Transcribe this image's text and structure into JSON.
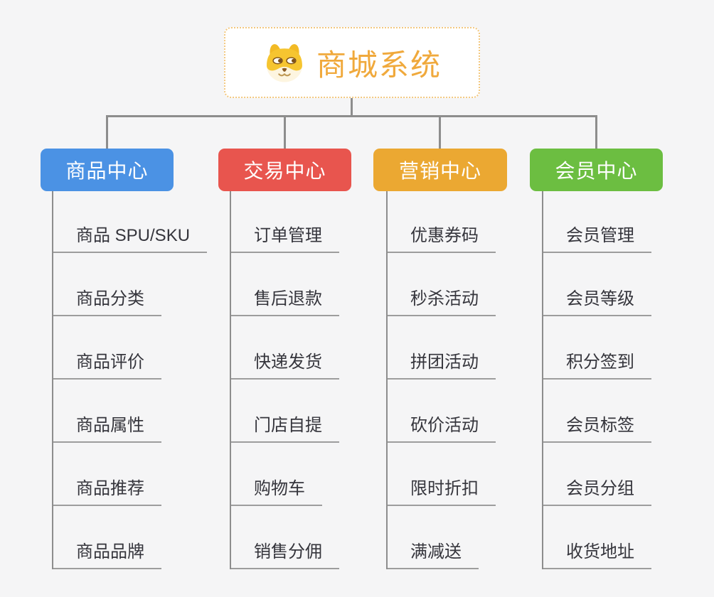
{
  "root": {
    "title": "商城系统",
    "icon": "shiba-dog-face-icon",
    "accent_color": "#f0a93c",
    "border_color": "#f3c87f"
  },
  "connector_color": "#8d8d8d",
  "underline_color": "#9d9d9d",
  "branches": [
    {
      "label": "商品中心",
      "color": "#4b92e4",
      "children": [
        "商品 SPU/SKU",
        "商品分类",
        "商品评价",
        "商品属性",
        "商品推荐",
        "商品品牌"
      ]
    },
    {
      "label": "交易中心",
      "color": "#e8554e",
      "children": [
        "订单管理",
        "售后退款",
        "快递发货",
        "门店自提",
        "购物车",
        "销售分佣"
      ]
    },
    {
      "label": "营销中心",
      "color": "#eba832",
      "children": [
        "优惠券码",
        "秒杀活动",
        "拼团活动",
        "砍价活动",
        "限时折扣",
        "满减送"
      ]
    },
    {
      "label": "会员中心",
      "color": "#6cbe41",
      "children": [
        "会员管理",
        "会员等级",
        "积分签到",
        "会员标签",
        "会员分组",
        "收货地址"
      ]
    }
  ]
}
